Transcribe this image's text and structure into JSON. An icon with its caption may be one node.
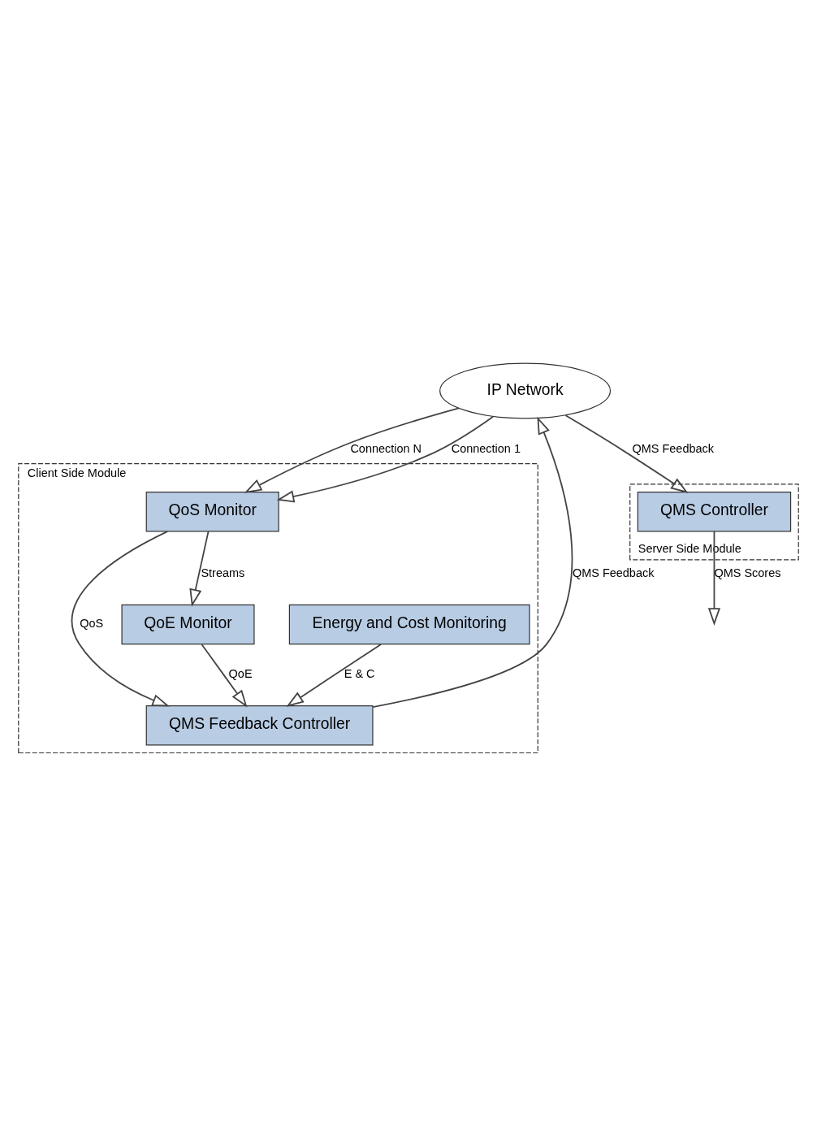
{
  "diagram": {
    "nodes": [
      {
        "text": [
          "Client Side Module"
        ]
      },
      {
        "text": [
          "QMS Feedback Controller"
        ],
        "in": 0
      },
      {
        "text": [
          "Energy and Cost Monitoring"
        ],
        "in": 0
      },
      {
        "text": [
          "QoE Monitor"
        ],
        "in": 0
      },
      {
        "text": [
          "QoS Monitor"
        ],
        "in": 0
      },
      {
        "text": [
          "IP Network"
        ]
      },
      {
        "text": [
          "Server Side Module"
        ]
      },
      {
        "text": [
          "QMS Controller"
        ],
        "in": 6
      }
    ],
    "edges": [
      {
        "from": 2,
        "to": 1,
        "arrow": "to",
        "label": "E & C"
      },
      {
        "from": 3,
        "to": 1,
        "arrow": "to",
        "label": "QoE"
      },
      {
        "from": 4,
        "to": 1,
        "arrow": "to",
        "label": "QoS"
      },
      {
        "from": 4,
        "to": 3,
        "arrow": "to",
        "label": "Streams"
      },
      {
        "from": 5,
        "to": 4,
        "arrow": "to",
        "label": "Connection N"
      },
      {
        "from": 5,
        "to": 4,
        "arrow": "to",
        "label": "Connection 1"
      },
      {
        "from": 1,
        "to": 5,
        "arrow": "to",
        "label": "QMS Feedback"
      },
      {
        "from": 5,
        "to": 7,
        "arrow": "to",
        "label": "QMS Feedback"
      },
      {
        "from": 7,
        "to": null,
        "arrow": "to",
        "label": "QMS Scores"
      }
    ]
  }
}
